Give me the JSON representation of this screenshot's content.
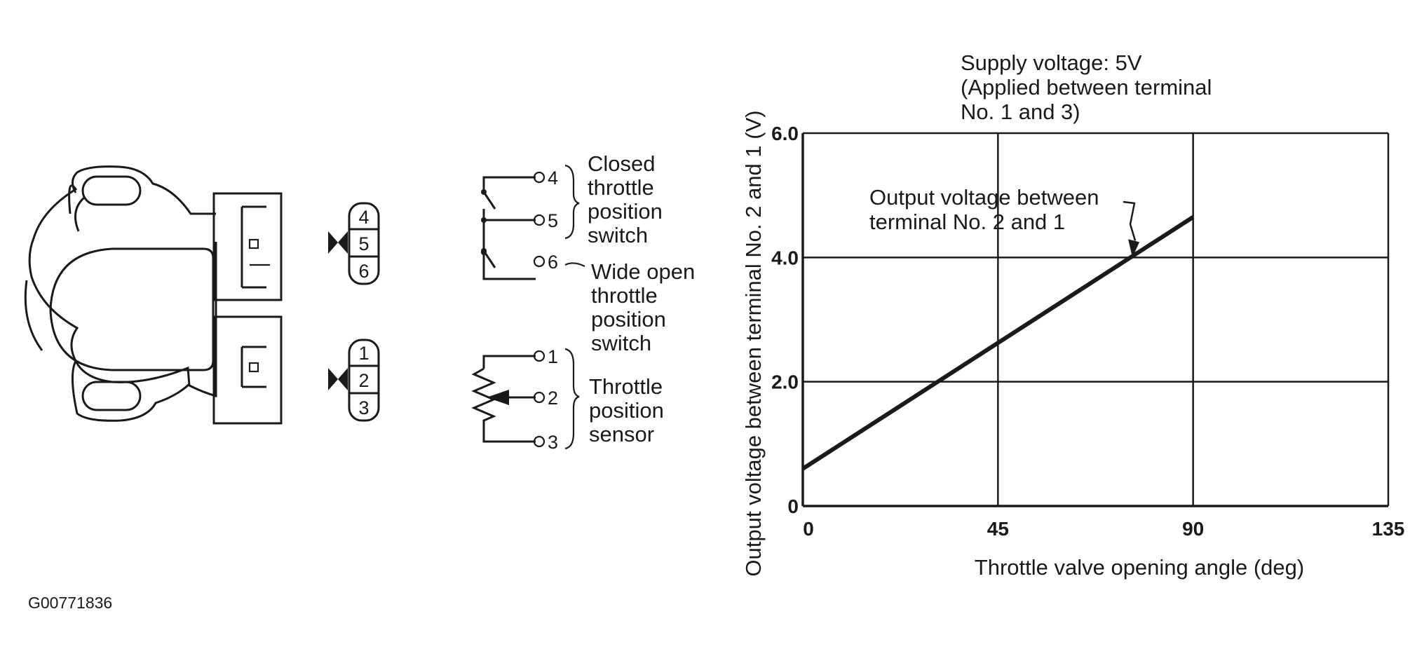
{
  "connector": {
    "upper_terminals": [
      "4",
      "5",
      "6"
    ],
    "lower_terminals": [
      "1",
      "2",
      "3"
    ]
  },
  "schematic": {
    "switch_terminals": [
      "4",
      "5",
      "6"
    ],
    "sensor_terminals": [
      "1",
      "2",
      "3"
    ],
    "closed_switch_label": [
      "Closed",
      "throttle",
      "position",
      "switch"
    ],
    "wide_open_label": [
      "Wide open",
      "throttle",
      "position",
      "switch"
    ],
    "sensor_label": [
      "Throttle",
      "position",
      "sensor"
    ]
  },
  "chart_note": [
    "Supply voltage: 5V",
    "(Applied between terminal",
    "No. 1 and 3)"
  ],
  "chart_data": {
    "type": "line",
    "title": "",
    "xlabel": "Throttle valve opening angle (deg)",
    "ylabel": "Output voltage between terminal No. 2 and 1 (V)",
    "xlim": [
      0,
      135
    ],
    "ylim": [
      0,
      6.0
    ],
    "x_ticks": [
      "0",
      "45",
      "90",
      "135"
    ],
    "y_ticks": [
      "0",
      "2.0",
      "4.0",
      "6.0"
    ],
    "x_tick_values": [
      0,
      45,
      90,
      135
    ],
    "y_tick_values": [
      0,
      2.0,
      4.0,
      6.0
    ],
    "grid": true,
    "series": [
      {
        "name": "Output voltage between terminal No. 2 and 1",
        "x": [
          0,
          90
        ],
        "y": [
          0.6,
          4.65
        ]
      }
    ],
    "annotation": {
      "lines": [
        "Output voltage between",
        "terminal No. 2 and 1"
      ],
      "target_x": 76,
      "target_y": 4.0
    }
  },
  "figure_code": "G00771836"
}
